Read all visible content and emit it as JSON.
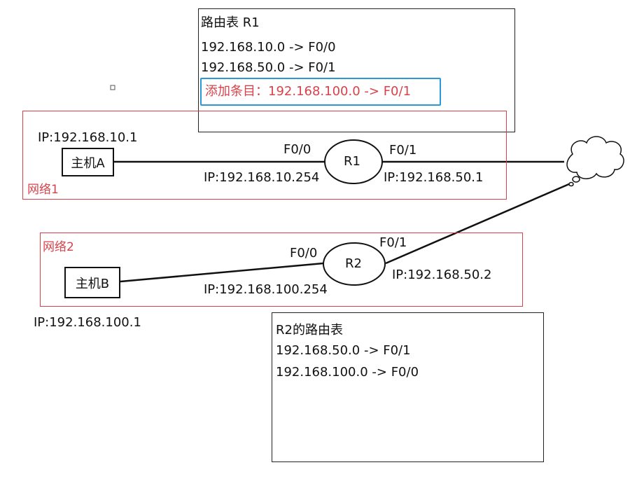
{
  "r1_table": {
    "title": "路由表 R1",
    "entries": [
      "192.168.10.0 -> F0/0",
      "192.168.50.0 -> F0/1"
    ],
    "added_entry": "添加条目：192.168.100.0 -> F0/1"
  },
  "network1": {
    "label": "网络1",
    "host_a": {
      "name": "主机A",
      "ip": "IP:192.168.10.1"
    },
    "r1": {
      "name": "R1",
      "f00_label": "F0/0",
      "f00_ip": "IP:192.168.10.254",
      "f01_label": "F0/1",
      "f01_ip": "IP:192.168.50.1"
    }
  },
  "network2": {
    "label": "网络2",
    "host_b": {
      "name": "主机B",
      "ip": "IP:192.168.100.1"
    },
    "r2": {
      "name": "R2",
      "f00_label": "F0/0",
      "f00_ip": "IP:192.168.100.254",
      "f01_label": "F0/1",
      "f01_ip": "IP:192.168.50.2"
    }
  },
  "r2_table": {
    "title": "R2的路由表",
    "entries": [
      "192.168.50.0 -> F0/1",
      "192.168.100.0 -> F0/0"
    ]
  },
  "colors": {
    "network_border": "#d9424a",
    "highlight": "#2a9ad6"
  }
}
